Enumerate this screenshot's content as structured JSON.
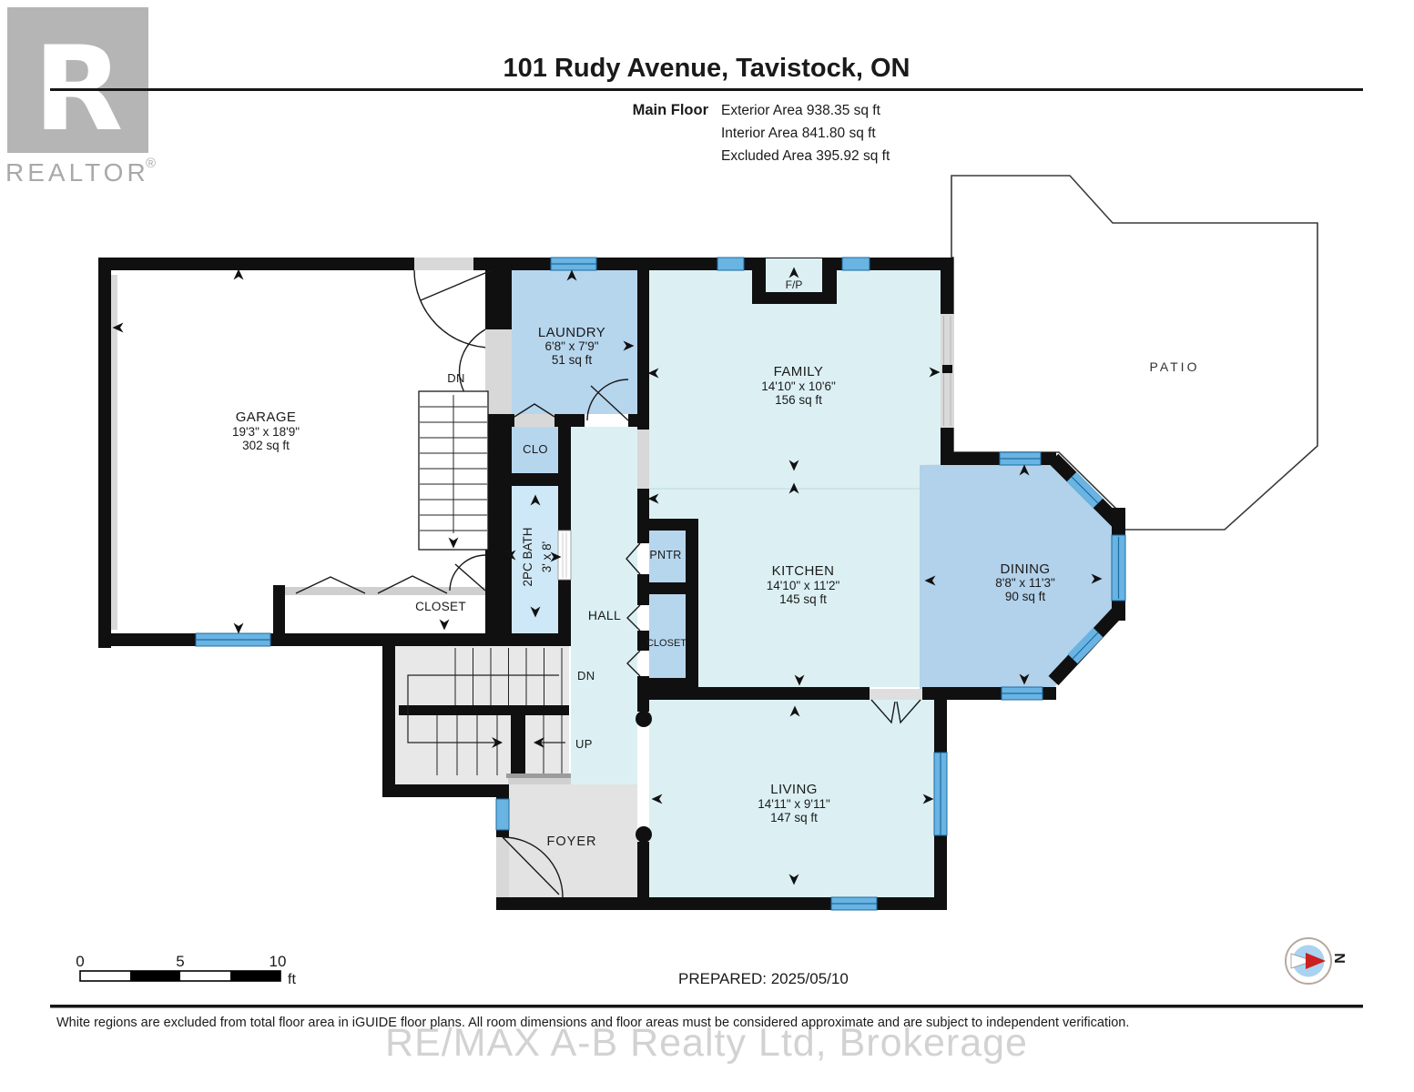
{
  "header": {
    "logo_word": "REALTOR",
    "logo_reg": "®",
    "logo_r": "R",
    "title": "101 Rudy Avenue, Tavistock, ON",
    "floor_label": "Main Floor",
    "area_lines": [
      "Exterior Area 938.35 sq ft",
      "Interior Area 841.80 sq ft",
      "Excluded Area 395.92 sq ft"
    ]
  },
  "rooms": {
    "garage": {
      "name": "GARAGE",
      "dims": "19'3\" x 18'9\"",
      "area": "302 sq ft"
    },
    "laundry": {
      "name": "LAUNDRY",
      "dims": "6'8\" x 7'9\"",
      "area": "51 sq ft"
    },
    "family": {
      "name": "FAMILY",
      "dims": "14'10\" x 10'6\"",
      "area": "156 sq ft"
    },
    "kitchen": {
      "name": "KITCHEN",
      "dims": "14'10\" x 11'2\"",
      "area": "145 sq ft"
    },
    "dining": {
      "name": "DINING",
      "dims": "8'8\" x 11'3\"",
      "area": "90 sq ft"
    },
    "living": {
      "name": "LIVING",
      "dims": "14'11\" x 9'11\"",
      "area": "147 sq ft"
    },
    "bath": {
      "name": "2PC BATH",
      "dims": "3' x 8'"
    },
    "patio": {
      "name": "PATIO"
    },
    "foyer": {
      "name": "FOYER"
    },
    "hall": {
      "name": "HALL"
    },
    "garage_closet": {
      "name": "CLOSET"
    },
    "hall_closet": {
      "name": "CLOSET"
    },
    "pantry": {
      "name": "PNTR"
    },
    "clo": {
      "name": "CLO"
    },
    "fireplace": {
      "name": "F/P"
    },
    "stair_dn_garage": {
      "name": "DN"
    },
    "stair_dn": {
      "name": "DN"
    },
    "stair_up": {
      "name": "UP"
    }
  },
  "footer": {
    "scale": {
      "tick0": "0",
      "tick5": "5",
      "tick10": "10",
      "unit": "ft"
    },
    "prepared": "PREPARED: 2025/05/10",
    "compass_n": "N",
    "disclaimer": "White regions are excluded from total floor area in iGUIDE floor plans. All room dimensions and floor areas must be considered approximate and are subject to independent verification.",
    "watermark": "RE/MAX A-B Realty Ltd, Brokerage"
  },
  "colors": {
    "room_light": "#dcf0f3",
    "room_medium": "#b6d6ee",
    "bath_blue": "#cfe8f7",
    "window_blue": "#69b4e2",
    "wall_black": "#101010",
    "compass_red": "#cc1f1f",
    "logo_gray": "#b5b5b5"
  }
}
